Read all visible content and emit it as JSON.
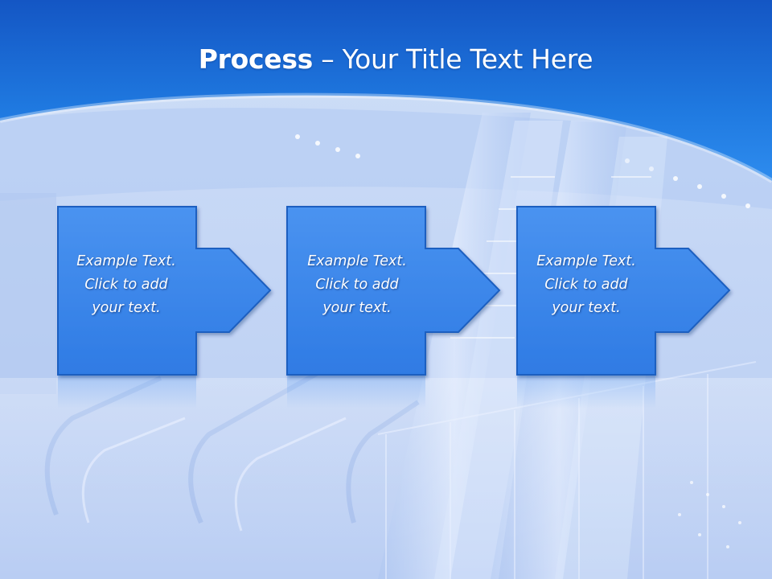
{
  "title": {
    "bold": "Process",
    "rest": " – Your Title Text Here"
  },
  "steps": [
    {
      "text": "Example Text.\nClick  to add\nyour text."
    },
    {
      "text": "Example Text.\nClick  to add\nyour text."
    },
    {
      "text": "Example Text.\nClick  to add\nyour text."
    }
  ],
  "colors": {
    "header_blue": "#1a6fd8",
    "box_fill": "#3a86ea",
    "box_border": "#1f5fc0",
    "background": "#c9d9f5"
  }
}
